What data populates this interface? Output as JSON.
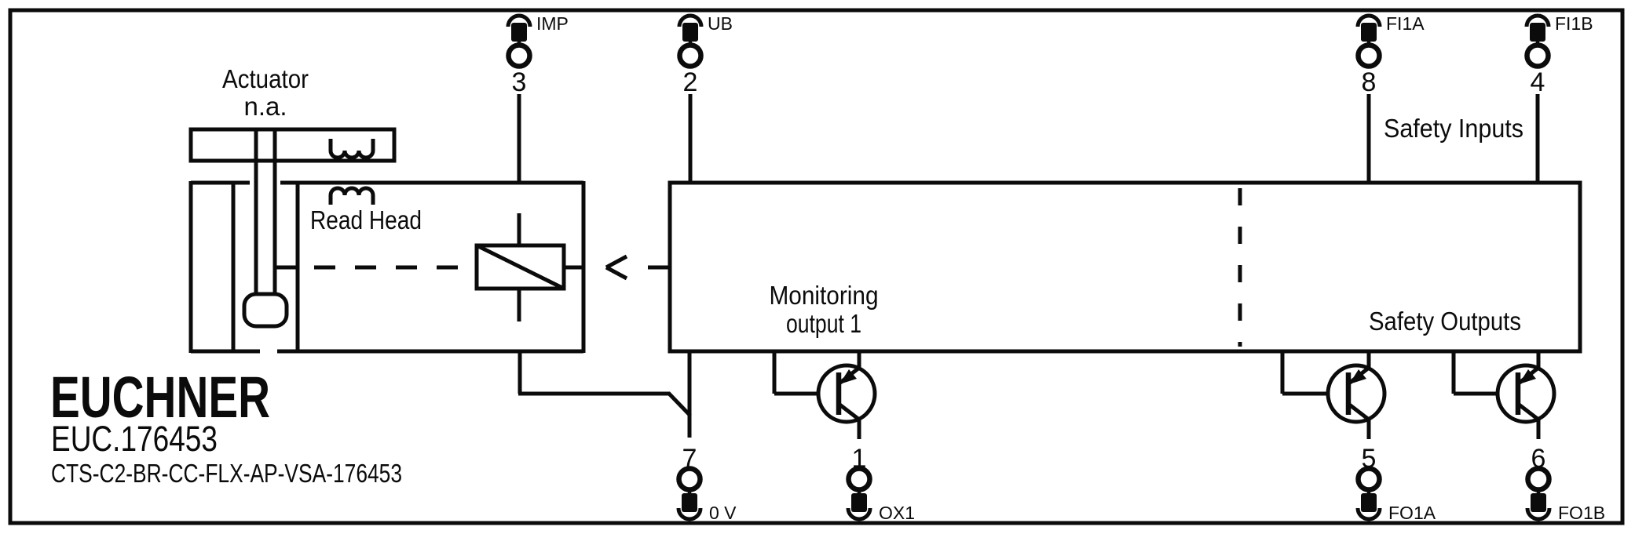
{
  "diagram": {
    "title_block": {
      "brand": "EUCHNER",
      "order_code": "EUC.176453",
      "type_code": "CTS-C2-BR-CC-FLX-AP-VSA-176453"
    },
    "labels": {
      "actuator": "Actuator",
      "actuator_state": "n.a.",
      "read_head": "Read Head",
      "monitoring_line1": "Monitoring",
      "monitoring_line2": "output 1",
      "safety_inputs": "Safety Inputs",
      "safety_outputs": "Safety Outputs"
    },
    "terminals": {
      "top": [
        {
          "pin": "3",
          "signal": "IMP"
        },
        {
          "pin": "2",
          "signal": "UB"
        },
        {
          "pin": "8",
          "signal": "FI1A"
        },
        {
          "pin": "4",
          "signal": "FI1B"
        }
      ],
      "bottom": [
        {
          "pin": "7",
          "signal": "0 V"
        },
        {
          "pin": "1",
          "signal": "OX1"
        },
        {
          "pin": "5",
          "signal": "FO1A"
        },
        {
          "pin": "6",
          "signal": "FO1B"
        }
      ]
    },
    "colors": {
      "line": "#0b0b0b",
      "background": "#ffffff"
    }
  }
}
